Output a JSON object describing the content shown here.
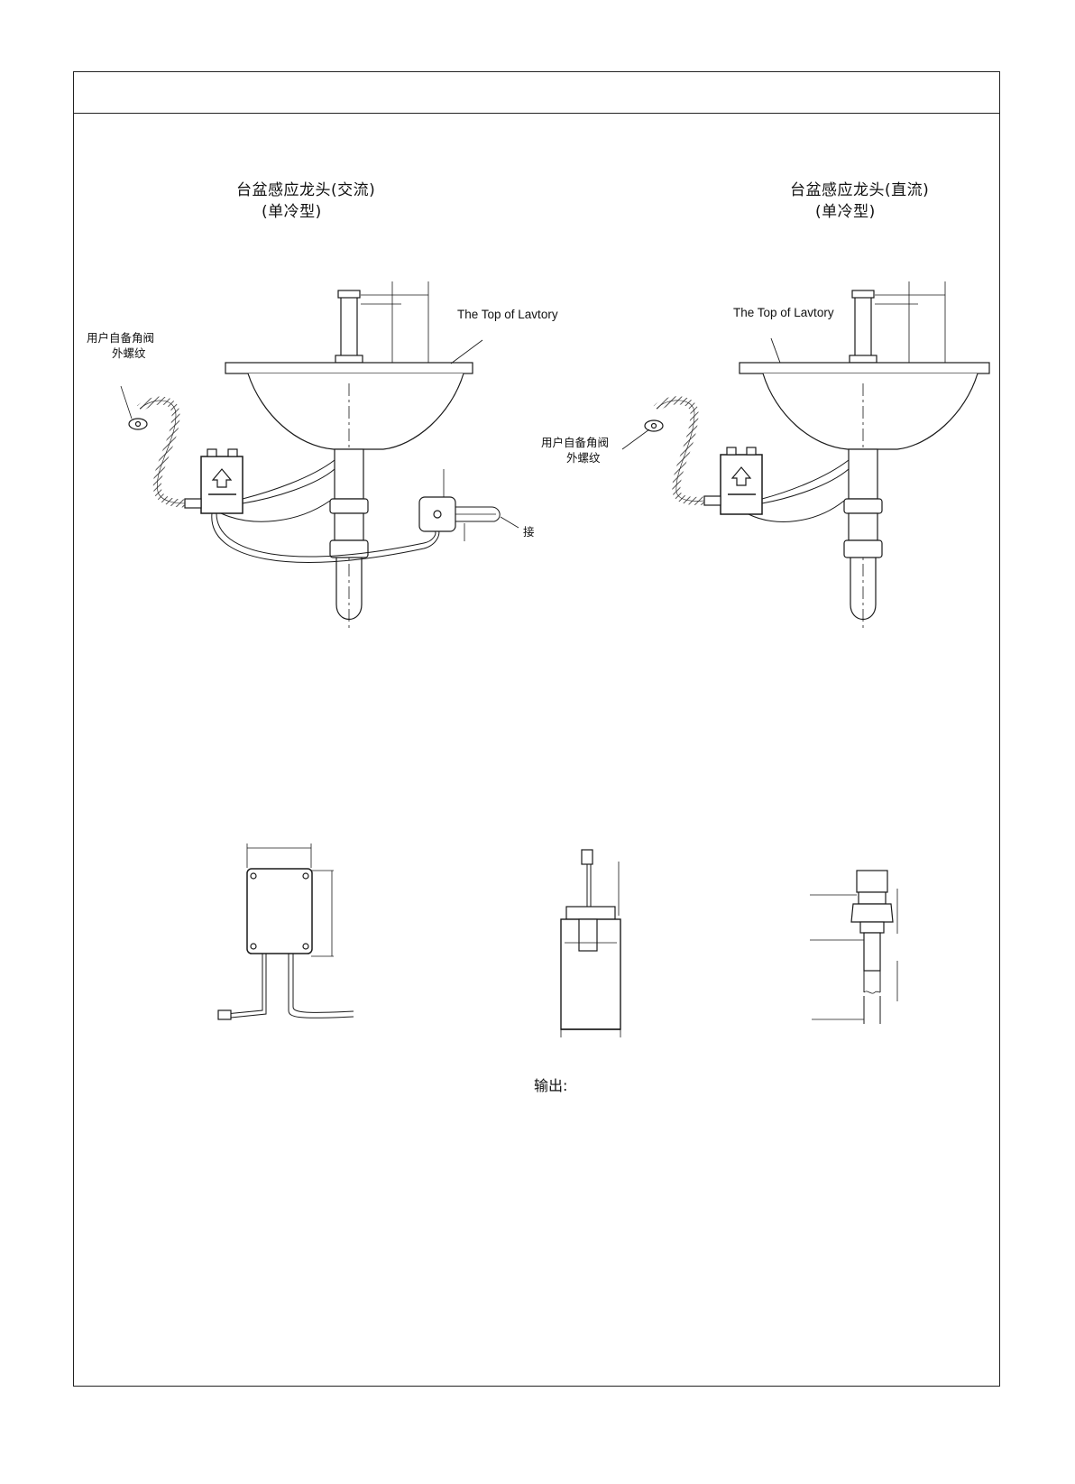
{
  "left_diagram": {
    "title": "台盆感应龙头(交流)",
    "subtitle": "(单冷型)",
    "lav_label": "The Top of Lavtory",
    "valve_label_line1": "用户自备角阀",
    "valve_label_line2": "外螺纹",
    "connect_label": "接"
  },
  "right_diagram": {
    "title": "台盆感应龙头(直流)",
    "subtitle": "(单冷型)",
    "lav_label": "The Top of Lavtory",
    "valve_label_line1": "用户自备角阀",
    "valve_label_line2": "外螺纹"
  },
  "bottom": {
    "output_label": "输出:"
  },
  "colors": {
    "line": "#1a1a1a",
    "hatch": "#555555",
    "background": "#ffffff"
  }
}
